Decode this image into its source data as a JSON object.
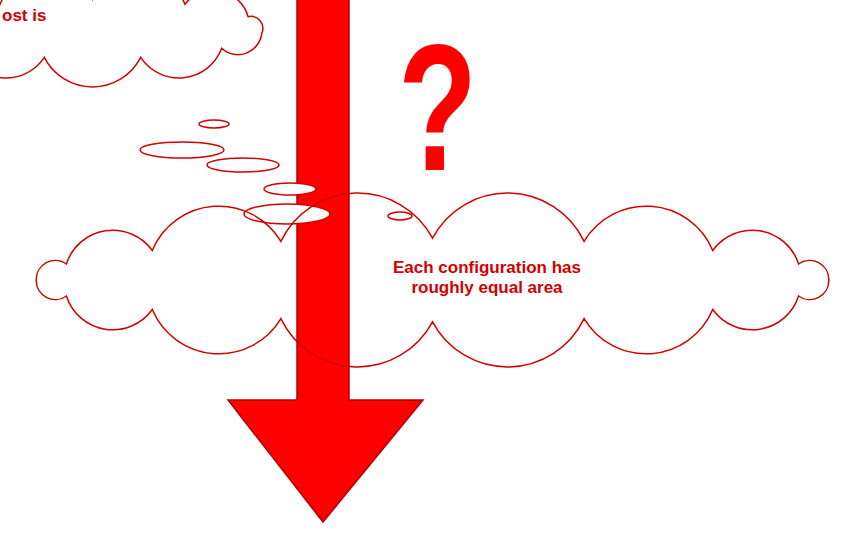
{
  "diagram": {
    "nodes": [
      {
        "text": [
          "ost is"
        ]
      },
      {
        "text": [
          "Each configuration has roughly equal area"
        ]
      }
    ],
    "labels": [
      "?"
    ]
  }
}
